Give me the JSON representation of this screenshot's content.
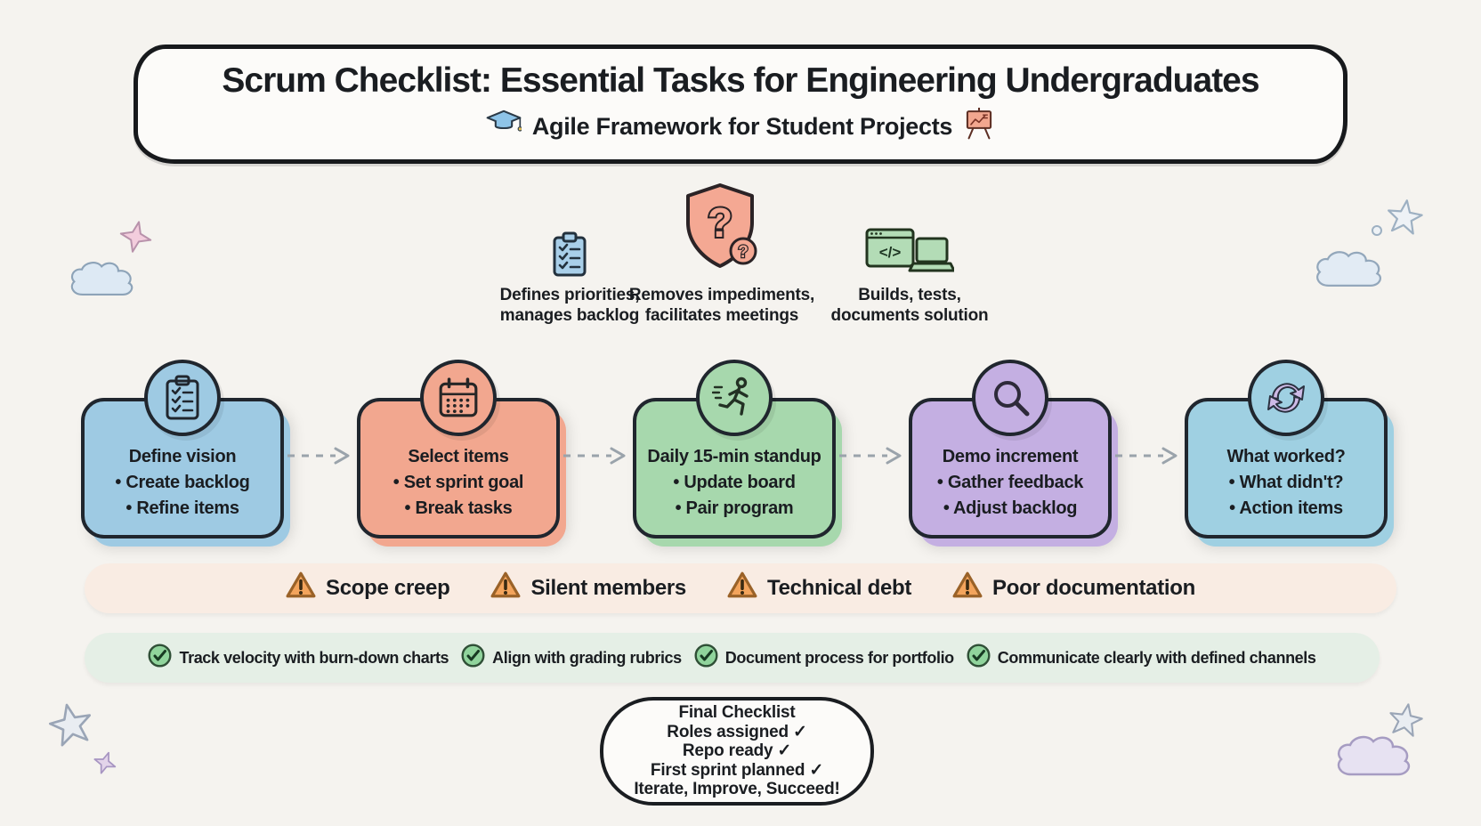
{
  "canvas": {
    "background": "#f5f3ef",
    "ink": "#1a1d21"
  },
  "colors": {
    "arrow": "#9aa3ab",
    "card_border": "#20262e",
    "warning_fill": "#f3a45c",
    "check_fill": "#90d49c"
  },
  "header": {
    "title": "Scrum Checklist: Essential Tasks for Engineering Undergraduates",
    "subtitle": "Agile Framework for Student Projects",
    "left_icon": "graduation-cap",
    "right_icon": "presentation-board"
  },
  "roles": [
    {
      "icon": "clipboard-checklist",
      "color": "#a9cfe9",
      "lines": [
        "Defines priorities,",
        "manages backlog"
      ]
    },
    {
      "icon": "shield-question",
      "color": "#f4a893",
      "lines": [
        "Removes impediments,",
        "facilitates meetings"
      ]
    },
    {
      "icon": "code-laptop",
      "color": "#b3dcb6",
      "lines": [
        "Builds, tests,",
        "documents solution"
      ]
    }
  ],
  "stages": [
    {
      "icon": "clipboard-checklist",
      "color": "#9ecae3",
      "title": "Define vision",
      "bullets": [
        "Create backlog",
        "Refine items"
      ]
    },
    {
      "icon": "calendar",
      "color": "#f2a78f",
      "title": "Select items",
      "bullets": [
        "Set sprint goal",
        "Break tasks"
      ]
    },
    {
      "icon": "runner",
      "color": "#a7d8ad",
      "title": "Daily 15-min standup",
      "bullets": [
        "Update board",
        "Pair program"
      ]
    },
    {
      "icon": "magnifier",
      "color": "#c4afe2",
      "title": "Demo increment",
      "bullets": [
        "Gather feedback",
        "Adjust backlog"
      ]
    },
    {
      "icon": "cycle-arrows",
      "color": "#9fd0e2",
      "title": "What worked?",
      "bullets": [
        "What didn't?",
        "Action items"
      ]
    }
  ],
  "pitfalls": {
    "background": "#f9ece3",
    "items": [
      "Scope creep",
      "Silent members",
      "Technical debt",
      "Poor documentation"
    ]
  },
  "tips": {
    "background": "#e5efe6",
    "items": [
      "Track velocity with burn-down charts",
      "Align with grading rubrics",
      "Document process for portfolio",
      "Communicate clearly with defined channels"
    ]
  },
  "final_checklist": {
    "title": "Final Checklist",
    "lines": [
      "Roles assigned ✓",
      "Repo ready ✓",
      "First sprint planned ✓",
      "Iterate, Improve, Succeed!"
    ]
  }
}
